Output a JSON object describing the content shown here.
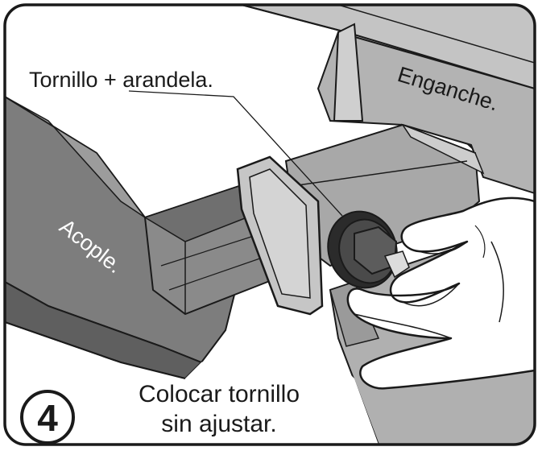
{
  "callout": "Tornillo + arandela.",
  "label_hitch": "Enganche.",
  "label_coupler": "Acople.",
  "instruction_line1": "Colocar tornillo",
  "instruction_line2": "sin ajustar.",
  "step_number": "4",
  "colors": {
    "frame": "#1a1a1a",
    "hitch_light": "#bdbdbd",
    "hitch_mid": "#a9a9a9",
    "hitch_dark": "#8a8a8a",
    "coupler": "#7a7a7a",
    "bolt": "#3a3a3a",
    "hand": "#ffffff"
  }
}
